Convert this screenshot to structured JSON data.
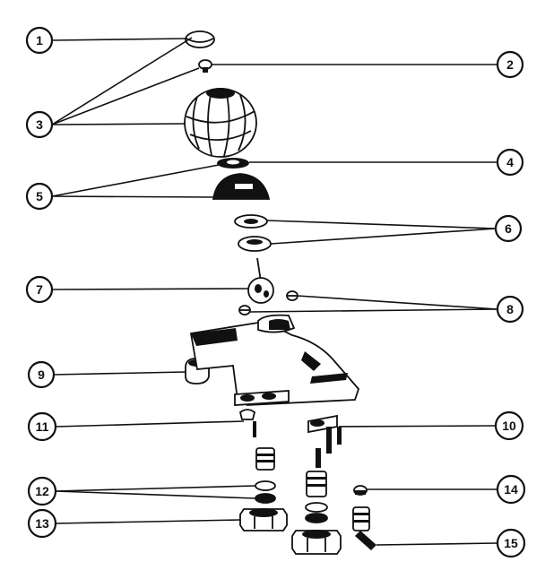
{
  "diagram": {
    "callouts": [
      {
        "id": "1",
        "label": "1"
      },
      {
        "id": "2",
        "label": "2"
      },
      {
        "id": "3",
        "label": "3"
      },
      {
        "id": "4",
        "label": "4"
      },
      {
        "id": "5",
        "label": "5"
      },
      {
        "id": "6",
        "label": "6"
      },
      {
        "id": "7",
        "label": "7"
      },
      {
        "id": "8",
        "label": "8"
      },
      {
        "id": "9",
        "label": "9"
      },
      {
        "id": "10",
        "label": "10"
      },
      {
        "id": "11",
        "label": "11"
      },
      {
        "id": "12",
        "label": "12"
      },
      {
        "id": "13",
        "label": "13"
      },
      {
        "id": "14",
        "label": "14"
      },
      {
        "id": "15",
        "label": "15"
      }
    ],
    "colors": {
      "ink": "#111111",
      "paper": "#ffffff"
    }
  }
}
